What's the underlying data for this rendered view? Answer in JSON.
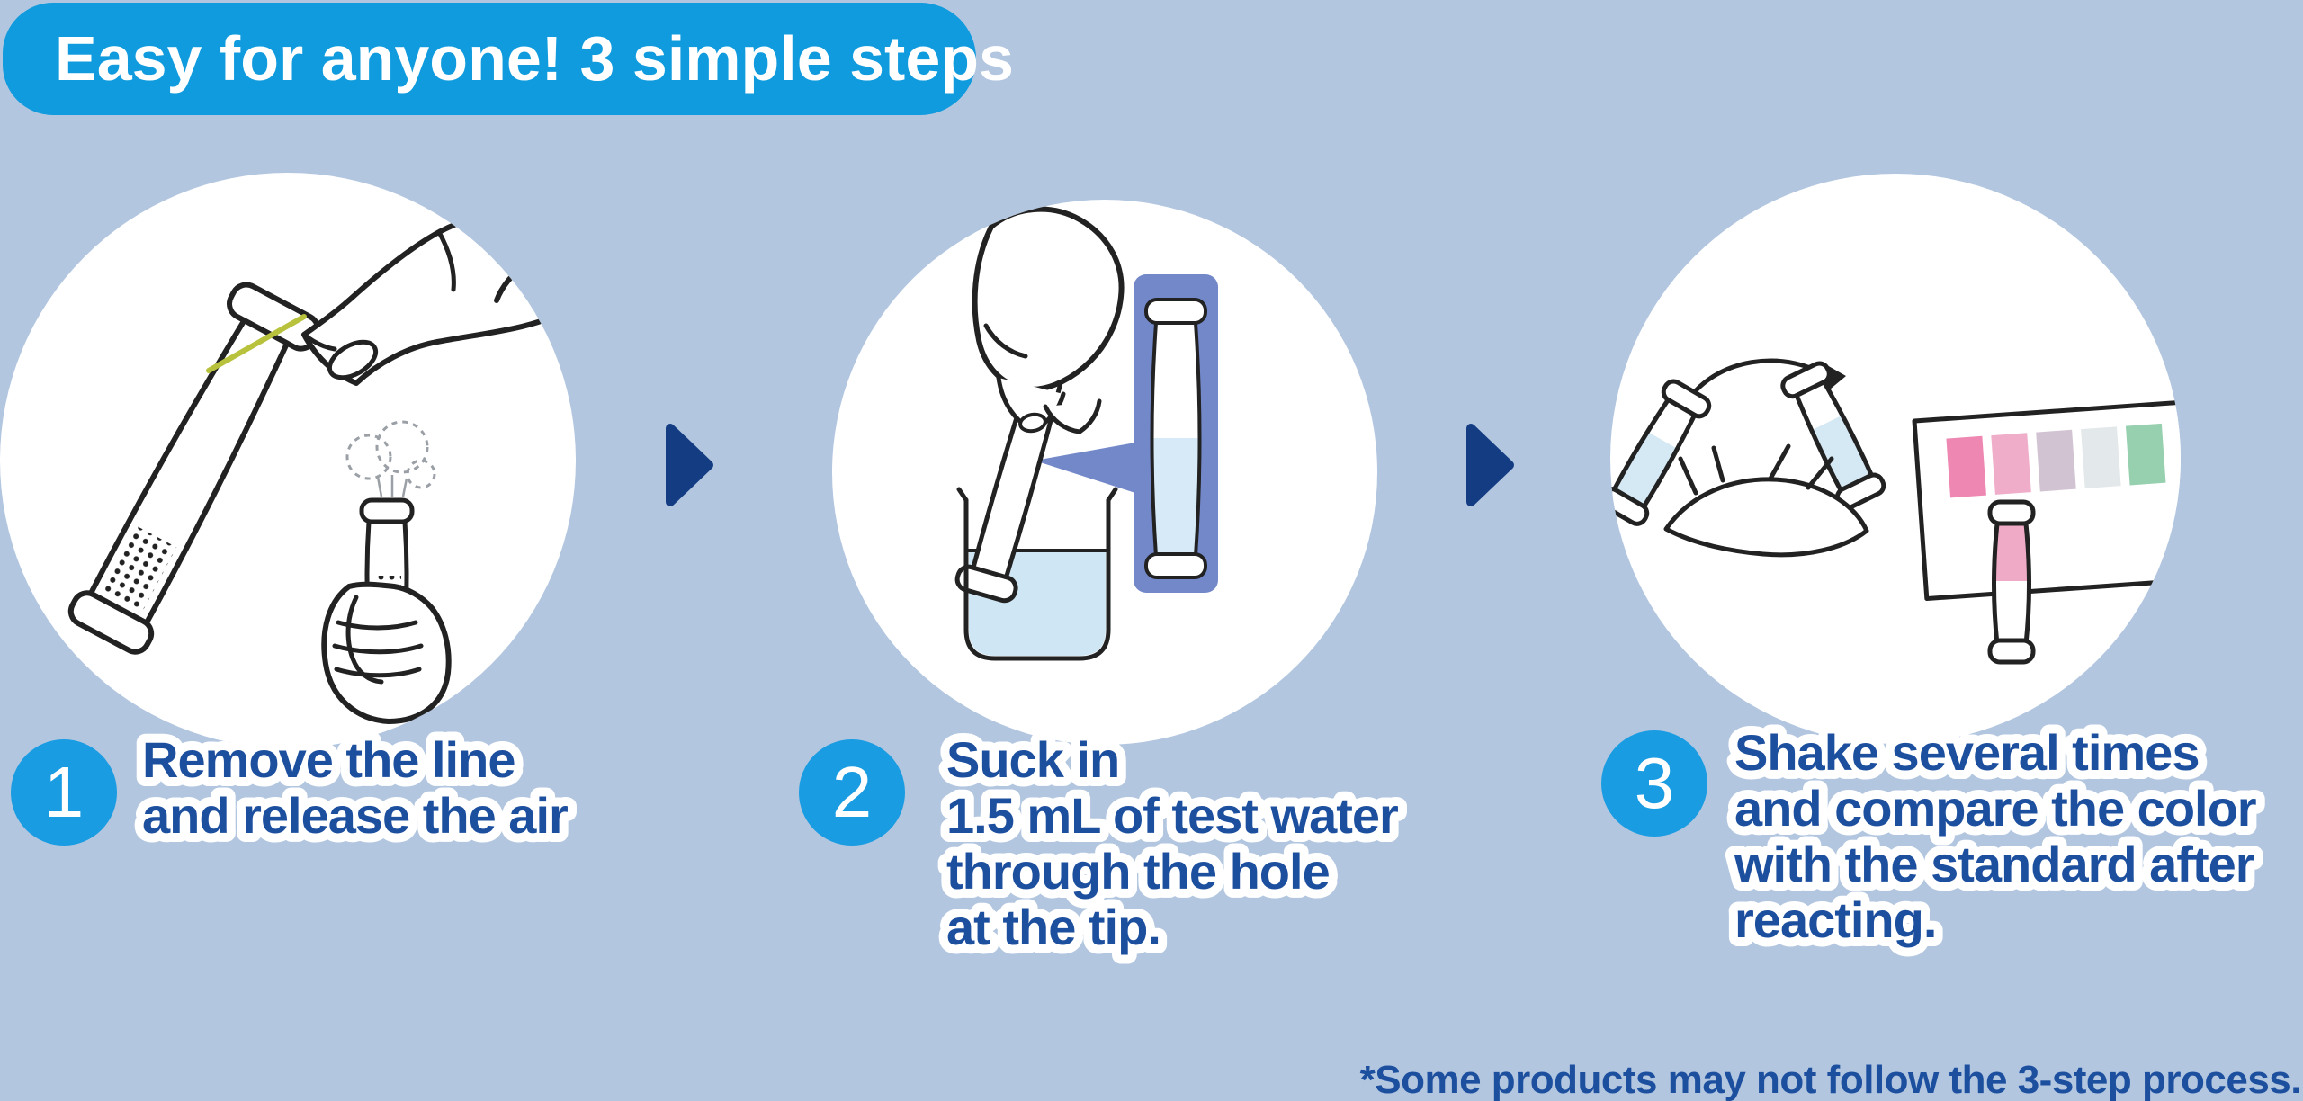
{
  "header": {
    "label": "Easy for anyone! 3 simple steps"
  },
  "steps": [
    {
      "number": "1",
      "caption_lines": [
        "Remove the line",
        "and release the air"
      ],
      "illustration": "remove-line-and-release-air"
    },
    {
      "number": "2",
      "caption_lines": [
        "Suck in",
        "1.5 mL of test water",
        "through the hole",
        "at the tip."
      ],
      "illustration": "suck-in-test-water-from-beaker"
    },
    {
      "number": "3",
      "caption_lines": [
        "Shake several times",
        "and compare the color",
        "with the standard after",
        "reacting."
      ],
      "illustration": "shake-and-compare-with-color-standard"
    }
  ],
  "footnote": {
    "label": "*Some products may not follow the 3-step process."
  },
  "colors": {
    "background": "#b2c6e0",
    "header_bg": "#0f9bdd",
    "header_text": "#ffffff",
    "badge_bg": "#199ce2",
    "badge_text": "#ffffff",
    "caption_text": "#1d4f9f",
    "caption_halo": "#ffffff",
    "footnote_text": "#1d4f9f",
    "arrow": "#133c82",
    "line_art": "#222222",
    "water_blue": "#cfe7f5",
    "inset_bg": "#7388c9",
    "inset_water": "#d6ebf7",
    "tube_tint": "#d5e9f5",
    "result_pink": "#efaac6",
    "pull_line_yellow": "#b8c23c",
    "puff_gray": "#9aa0a6",
    "standard_swatches": [
      "#ee87b1",
      "#efadca",
      "#d2c3d2",
      "#e3e8ea",
      "#96d0af"
    ]
  }
}
